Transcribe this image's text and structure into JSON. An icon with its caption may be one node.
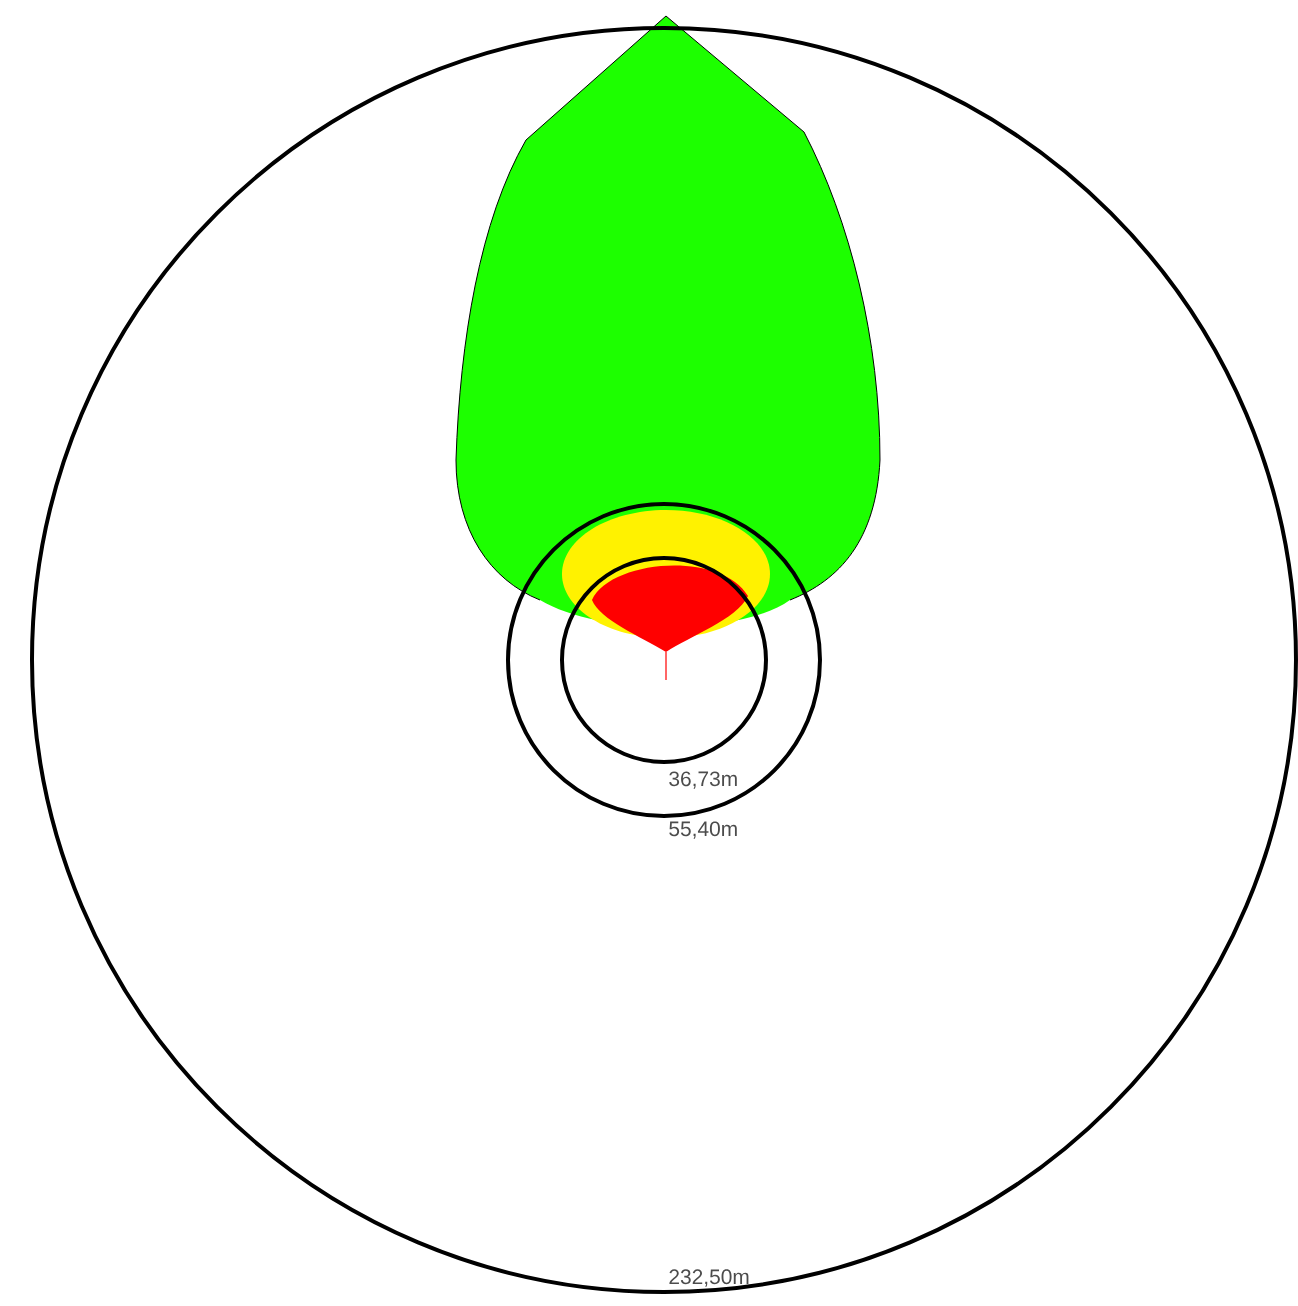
{
  "diagram": {
    "labels": [
      "36,73m",
      "55,40m",
      "232,50m"
    ]
  }
}
